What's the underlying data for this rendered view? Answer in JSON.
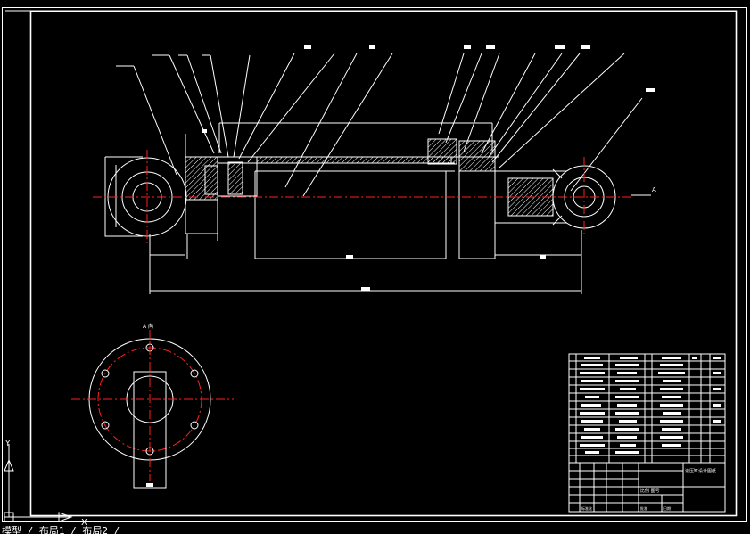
{
  "drawing": {
    "background": "#000000",
    "line_color": "#ffffff",
    "centerline_color": "#ff0000",
    "section_label": "A",
    "view_label": "A 向"
  },
  "ucs_icon": {
    "name": "ucs-icon",
    "x_axis": "X",
    "y_axis": "Y"
  },
  "command_line": {
    "text": "模型 / 布局1 / 布局2 /"
  },
  "title_block": {
    "title_text": "液压缸设计图纸",
    "bottom_labels": [
      "标准化",
      "批准",
      "日期"
    ],
    "scale_text": "比例  图号"
  }
}
